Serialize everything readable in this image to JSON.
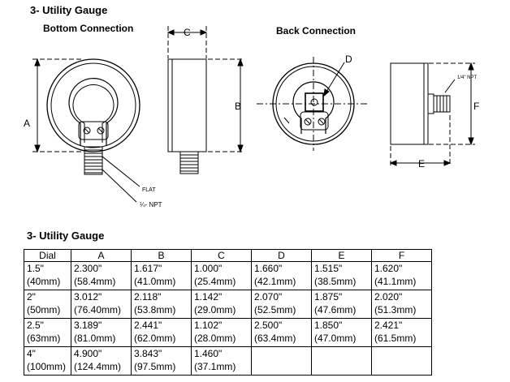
{
  "drawing": {
    "title": "3- Utility Gauge",
    "bottom_label": "Bottom Connection",
    "back_label": "Back Connection",
    "dim_a": "A",
    "dim_b": "B",
    "dim_c": "C",
    "dim_d": "D",
    "dim_e": "E",
    "dim_f": "F",
    "flat": "FLAT",
    "npt_bottom": "¼- NPT",
    "npt_back": "1/4\" NPT"
  },
  "table": {
    "title": "3- Utility Gauge",
    "headers": [
      "Dial",
      "A",
      "B",
      "C",
      "D",
      "E",
      "F"
    ],
    "rows": [
      [
        [
          "1.5\"",
          "(40mm)"
        ],
        [
          "2.300\"",
          "(58.4mm)"
        ],
        [
          "1.617\"",
          "(41.0mm)"
        ],
        [
          "1.000\"",
          "(25.4mm)"
        ],
        [
          "1.660\"",
          "(42.1mm)"
        ],
        [
          "1.515\"",
          "(38.5mm)"
        ],
        [
          "1.620\"",
          "(41.1mm)"
        ]
      ],
      [
        [
          "2\"",
          "(50mm)"
        ],
        [
          "3.012\"",
          "(76.40mm)"
        ],
        [
          "2.118\"",
          "(53.8mm)"
        ],
        [
          "1.142\"",
          "(29.0mm)"
        ],
        [
          "2.070\"",
          "(52.5mm)"
        ],
        [
          "1.875\"",
          "(47.6mm)"
        ],
        [
          "2.020\"",
          "(51.3mm)"
        ]
      ],
      [
        [
          "2.5\"",
          "(63mm)"
        ],
        [
          "3.189\"",
          "(81.0mm)"
        ],
        [
          "2.441\"",
          "(62.0mm)"
        ],
        [
          "1.102\"",
          "(28.0mm)"
        ],
        [
          "2.500\"",
          "(63.4mm)"
        ],
        [
          "1.850\"",
          "(47.0mm)"
        ],
        [
          "2.421\"",
          "(61.5mm)"
        ]
      ],
      [
        [
          "4\"",
          "(100mm)"
        ],
        [
          "4.900\"",
          "(124.4mm)"
        ],
        [
          "3.843\"",
          "(97.5mm)"
        ],
        [
          "1.460\"",
          "(37.1mm)"
        ],
        [],
        [],
        []
      ]
    ]
  }
}
